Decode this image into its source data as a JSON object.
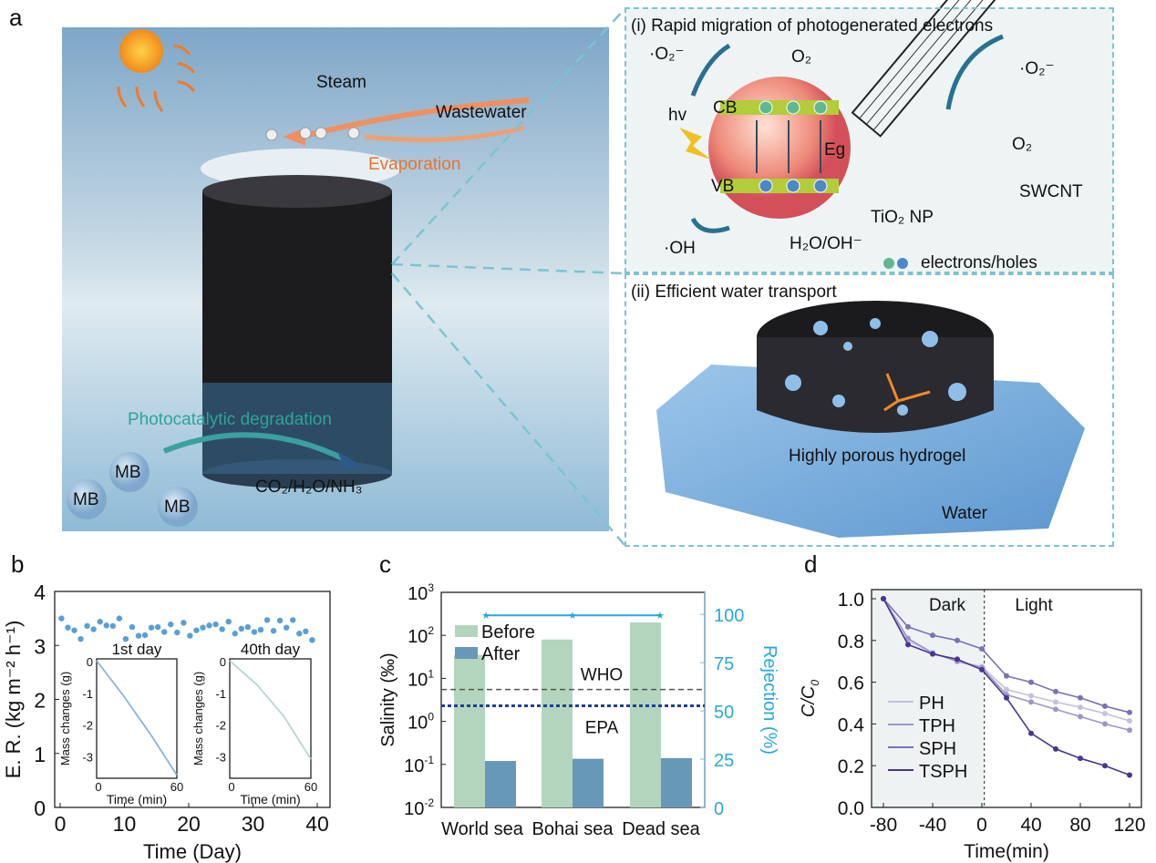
{
  "panel_labels": {
    "a": "a",
    "b": "b",
    "c": "c",
    "d": "d"
  },
  "panel_a": {
    "steam": "Steam",
    "wastewater": "Wastewater",
    "evaporation": "Evaporation",
    "photocatalytic": "Photocatalytic degradation",
    "mb": "MB",
    "products": "CO₂/H₂O/NH₃",
    "colors": {
      "orange": "#e8742a",
      "teal": "#2aa59a",
      "box_border": "#7cc4d0"
    },
    "box_i": {
      "title": "(i) Rapid migration of photogenerated electrons",
      "o2_radical_left": "·O₂⁻",
      "o2_top": "O₂",
      "o2_radical_right": "·O₂⁻",
      "o2_right": "O₂",
      "hv": "hv",
      "cb": "CB",
      "vb": "VB",
      "eg": "Eg",
      "swcnt": "SWCNT",
      "tio2": "TiO₂ NP",
      "oh": "·OH",
      "h2o": "H₂O/OH⁻",
      "legend": "electrons/holes"
    },
    "box_ii": {
      "title": "(ii) Efficient water transport",
      "hydrogel": "Highly porous hydrogel",
      "water": "Water"
    }
  },
  "chart_data": [
    {
      "id": "b",
      "type": "scatter",
      "xlabel": "Time (Day)",
      "ylabel": "E. R. (kg m⁻² h⁻¹)",
      "xlim": [
        -1,
        42
      ],
      "ylim": [
        0,
        4
      ],
      "xticks": [
        0,
        10,
        20,
        30,
        40
      ],
      "yticks": [
        0,
        1,
        2,
        3,
        4
      ],
      "color": "#5a9fd4",
      "x": [
        0.2,
        1.2,
        2.2,
        3.2,
        4.2,
        5.2,
        6.2,
        7.2,
        8.2,
        9.2,
        10.2,
        11.2,
        12.2,
        13.2,
        14.2,
        15.2,
        16.2,
        17.2,
        18.2,
        19.2,
        20.2,
        21.2,
        22.2,
        23.2,
        24.2,
        25.2,
        26.2,
        27.2,
        28.2,
        29.2,
        30.2,
        31.2,
        32.2,
        33.2,
        34.2,
        35.2,
        36.2,
        37.2,
        38.2,
        39.2
      ],
      "y": [
        3.5,
        3.33,
        3.28,
        3.12,
        3.36,
        3.3,
        3.44,
        3.37,
        3.36,
        3.5,
        3.12,
        3.34,
        3.18,
        3.19,
        3.33,
        3.34,
        3.25,
        3.39,
        3.24,
        3.42,
        3.18,
        3.28,
        3.33,
        3.37,
        3.39,
        3.3,
        3.44,
        3.22,
        3.31,
        3.34,
        3.25,
        3.29,
        3.47,
        3.27,
        3.46,
        3.33,
        3.47,
        3.22,
        3.26,
        3.1
      ],
      "insets": [
        {
          "title": "1st day",
          "title_base": "1",
          "title_sup": "st",
          "title_rest": " day",
          "xlabel": "Time (min)",
          "ylabel": "Mass changes (g)",
          "xlim": [
            0,
            60
          ],
          "ylim": [
            -3.7,
            0
          ],
          "xticks": [
            "0",
            "60"
          ],
          "yticks": [
            "0",
            "-1",
            "-2",
            "-3"
          ],
          "color": "#8db4d6",
          "x": [
            0,
            20,
            40,
            60
          ],
          "y": [
            0,
            -1.1,
            -2.3,
            -3.6
          ]
        },
        {
          "title": "40th day",
          "title_base": "40",
          "title_sup": "th",
          "title_rest": " day",
          "xlabel": "Time (min)",
          "ylabel": "Mass changes (g)",
          "xlim": [
            0,
            60
          ],
          "ylim": [
            -3.7,
            0
          ],
          "xticks": [
            "0",
            "60"
          ],
          "yticks": [
            "0",
            "-1",
            "-2",
            "-3"
          ],
          "color": "#b8d4d4",
          "x": [
            0,
            20,
            40,
            60
          ],
          "y": [
            0,
            -0.75,
            -1.75,
            -3.1
          ]
        }
      ]
    },
    {
      "id": "c",
      "type": "bar",
      "categories": [
        "World sea",
        "Bohai sea",
        "Dead sea"
      ],
      "ylabel": "Salinity (‰)",
      "ylabel_right": "Rejection (%)",
      "yscale": "log",
      "ylim": [
        0.01,
        1000
      ],
      "ylim_right": [
        0,
        110
      ],
      "yticks": [
        {
          "base": "10",
          "exp": "-2"
        },
        {
          "base": "10",
          "exp": "-1"
        },
        {
          "base": "10",
          "exp": "0"
        },
        {
          "base": "10",
          "exp": "1"
        },
        {
          "base": "10",
          "exp": "2"
        },
        {
          "base": "10",
          "exp": "3"
        }
      ],
      "yticks_right": [
        "0",
        "25",
        "50",
        "75",
        "100"
      ],
      "series": [
        {
          "name": "Before",
          "values": [
            35,
            80,
            200
          ],
          "color": "#b3d5bd"
        },
        {
          "name": "After",
          "values": [
            0.12,
            0.135,
            0.14
          ],
          "color": "#6898b8"
        }
      ],
      "rejection": {
        "values": [
          99.5,
          99.5,
          99.5
        ],
        "color": "#2aa8dc"
      },
      "lines": [
        {
          "name": "WHO",
          "value": 5.5,
          "color": "#555"
        },
        {
          "name": "EPA",
          "value": 2.3,
          "color": "#1f3f9a"
        }
      ],
      "legend": "top-left"
    },
    {
      "id": "d",
      "type": "line",
      "xlabel": "Time(min)",
      "ylabel": "C/C",
      "ylabel_sub": "0",
      "xlim": [
        -90,
        130
      ],
      "ylim": [
        0,
        1.045
      ],
      "xticks": [
        -80,
        -40,
        0,
        40,
        80,
        120
      ],
      "yticks": [
        "0.0",
        "0.2",
        "0.4",
        "0.6",
        "0.8",
        "1.0"
      ],
      "regions": {
        "dark": "Dark",
        "light": "Light",
        "divider_x": 2
      },
      "x": [
        -80,
        -60,
        -40,
        -20,
        0,
        20,
        40,
        60,
        80,
        100,
        120
      ],
      "series": [
        {
          "name": "PH",
          "color": "#c3c3da",
          "values": [
            1.0,
            0.8,
            0.74,
            0.7,
            0.675,
            0.565,
            0.535,
            0.505,
            0.48,
            0.45,
            0.415
          ]
        },
        {
          "name": "TPH",
          "color": "#9b98c9",
          "values": [
            1.0,
            0.81,
            0.74,
            0.7,
            0.67,
            0.54,
            0.505,
            0.47,
            0.435,
            0.4,
            0.37
          ]
        },
        {
          "name": "SPH",
          "color": "#7a72b6",
          "values": [
            1.0,
            0.865,
            0.825,
            0.8,
            0.76,
            0.63,
            0.6,
            0.555,
            0.525,
            0.485,
            0.455
          ]
        },
        {
          "name": "TSPH",
          "color": "#4a3590",
          "values": [
            1.0,
            0.78,
            0.735,
            0.71,
            0.66,
            0.525,
            0.355,
            0.28,
            0.235,
            0.2,
            0.155
          ]
        }
      ],
      "legend": "center-left"
    }
  ]
}
